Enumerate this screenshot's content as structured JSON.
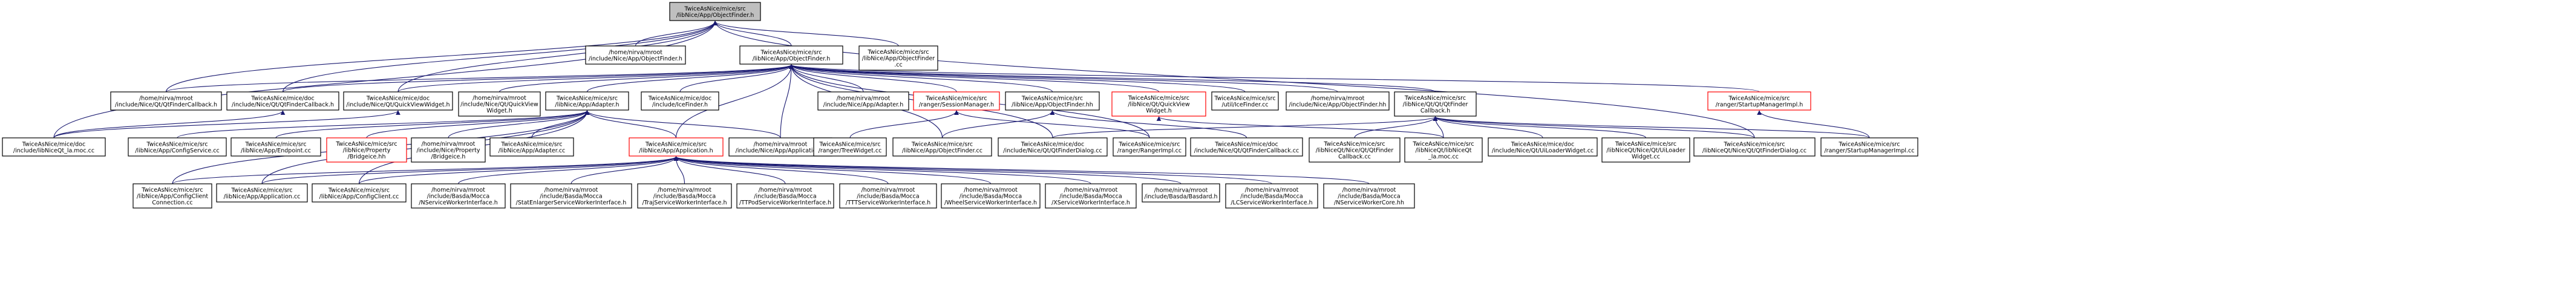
{
  "colors": {
    "root_fill": "#bfbfbf",
    "node_fill": "#ffffff",
    "node_border": "#000000",
    "missing_border": "#ff0000",
    "edge": "#191970",
    "text": "#000000"
  },
  "nodes": {
    "root": [
      "TwiceAsNice/mice/src",
      "/libNice/App/ObjectFinder.h"
    ],
    "objfinder_h": [
      "/home/nirva/mroot",
      "/include/Nice/App/ObjectFinder.h"
    ],
    "objfinder_cc": [
      "TwiceAsNice/mice/src",
      "/libNice/App/ObjectFinder",
      ".cc"
    ],
    "hub": [
      "TwiceAsNice/mice/src",
      "/libNice/App/ObjectFinder.h"
    ],
    "qtfc_cb_home": [
      "/home/nirva/mroot",
      "/include/Nice/Qt/QtFinderCallback.h"
    ],
    "qtfc_cb_doc": [
      "TwiceAsNice/mice/doc",
      "/include/Nice/Qt/QtFinderCallback.h"
    ],
    "qtqv_widget_doc": [
      "TwiceAsNice/mice/doc",
      "/include/Nice/Qt/QuickViewWidget.h"
    ],
    "qtqv_widget_home": [
      "/home/nirva/mroot",
      "/include/Nice/Qt/QuickView",
      "Widget.h"
    ],
    "app_adapter": [
      "TwiceAsNice/mice/src",
      "/libNice/App/Adapter.h"
    ],
    "icefinder_h": [
      "TwiceAsNice/mice/doc",
      "/include/IceFinder.h"
    ],
    "app_adapter_home": [
      "/home/nirva/mroot",
      "/include/Nice/App/Adapter.h"
    ],
    "session_mgr": [
      "TwiceAsNice/mice/src",
      "/ranger/SessionManager.h"
    ],
    "objfinder_hh": [
      "TwiceAsNice/mice/src",
      "/libNice/App/ObjectFinder.hh"
    ],
    "qtqv_widget_src": [
      "TwiceAsNice/mice/src",
      "/libNice/Qt/QuickView",
      "Widget.h"
    ],
    "icefinder_cc": [
      "TwiceAsNice/mice/src",
      "/util/IceFinder.cc"
    ],
    "objfinder_hh_home": [
      "/home/nirva/mroot",
      "/include/Nice/App/ObjectFinder.hh"
    ],
    "qtfc_cb_src": [
      "TwiceAsNice/mice/src",
      "/libNice/Qt/Qt/QtFinder",
      "Callback.h"
    ],
    "startup_impl_h": [
      "TwiceAsNice/mice/src",
      "/ranger/StartupManagerImpl.h"
    ],
    "ib_moc_left": [
      "TwiceAsNice/mice/doc",
      "/include/libNiceQt_la.moc.cc"
    ],
    "app_configsvc": [
      "TwiceAsNice/mice/src",
      "/libNice/App/ConfigService.cc"
    ],
    "app_endpoint": [
      "TwiceAsNice/mice/src",
      "/libNice/App/Endpoint.cc"
    ],
    "property_bridge_hh": [
      "TwiceAsNice/mice/src",
      "/libNice/Property",
      "/Bridgeice.hh"
    ],
    "property_bridge_h": [
      "/home/nirva/mroot",
      "/include/Nice/Property",
      "/Bridgeice.h"
    ],
    "app_adapter_cc": [
      "TwiceAsNice/mice/src",
      "/libNice/App/Adapter.cc"
    ],
    "app_application_home": [
      "/home/nirva/mroot",
      "/include/Nice/App/Application.h"
    ],
    "app_application": [
      "TwiceAsNice/mice/src",
      "/libNice/App/Application.h"
    ],
    "ranger_tree": [
      "TwiceAsNice/mice/src",
      "/ranger/TreeWidget.cc"
    ],
    "app_objfinder_cc2": [
      "TwiceAsNice/mice/src",
      "/libNice/App/ObjectFinder.cc"
    ],
    "qtfinderdialog_doc": [
      "TwiceAsNice/mice/doc",
      "/include/Nice/Qt/QtFinderDialog.cc"
    ],
    "ranger_impl": [
      "TwiceAsNice/mice/src",
      "/ranger/RangerImpl.cc"
    ],
    "qtfc_cb_doc_cc": [
      "TwiceAsNice/mice/doc",
      "/include/Nice/Qt/QtFinderCallback.cc"
    ],
    "qtfc_cb_src_cc": [
      "TwiceAsNice/mice/src",
      "/libNiceQt/Nice/Qt/QtFinder",
      "Callback.cc"
    ],
    "ib_moc_right": [
      "TwiceAsNice/mice/src",
      "/libNiceQt/libNiceQt",
      "_la.moc.cc"
    ],
    "ui_loader_doc": [
      "TwiceAsNice/mice/doc",
      "/include/Nice/Qt/UiLoaderWidget.cc"
    ],
    "ui_loader_src": [
      "TwiceAsNice/mice/src",
      "/libNiceQt/Nice/Qt/UiLoader",
      "Widget.cc"
    ],
    "qtfinderdialog_src": [
      "TwiceAsNice/mice/src",
      "/libNiceQt/Nice/Qt/QtFinderDialog.cc"
    ],
    "startup_impl_cc": [
      "TwiceAsNice/mice/src",
      "/ranger/StartupManagerImpl.cc"
    ],
    "config_client_conn": [
      "TwiceAsNice/mice/src",
      "/libNice/App/ConfigClient",
      "Connection.cc"
    ],
    "app_application_cc": [
      "TwiceAsNice/mice/src",
      "/libNice/App/Application.cc"
    ],
    "app_configclient_cc": [
      "TwiceAsNice/mice/src",
      "/libNice/App/ConfigClient.cc"
    ],
    "nservice_worker": [
      "/home/nirva/mroot",
      "/include/Basda/Mocca",
      "/NServiceWorkerInterface.h"
    ],
    "stat_enlarger": [
      "/home/nirva/mroot",
      "/include/Basda/Mocca",
      "/StatEnlargerServiceWorkerInterface.h"
    ],
    "traj_service": [
      "/home/nirva/mroot",
      "/include/Basda/Mocca",
      "/TrajServiceWorkerInterface.h"
    ],
    "tt_pod": [
      "/home/nirva/mroot",
      "/include/Basda/Mocca",
      "/TTPodServiceWorkerInterface.h"
    ],
    "ttt_service": [
      "/home/nirva/mroot",
      "/include/Basda/Mocca",
      "/TTTServiceWorkerInterface.h"
    ],
    "wheel_service": [
      "/home/nirva/mroot",
      "/include/Basda/Mocca",
      "/WheelServiceWorkerInterface.h"
    ],
    "x_service": [
      "/home/nirva/mroot",
      "/include/Basda/Mocca",
      "/XServiceWorkerInterface.h"
    ],
    "basda_h": [
      "/home/nirva/mroot",
      "/include/Basda/Basdard.h"
    ],
    "lc_service": [
      "/home/nirva/mroot",
      "/include/Basda/Mocca",
      "/LCServiceWorkerInterface.h"
    ],
    "nservice_core": [
      "/home/nirva/mroot",
      "/include/Basda/Mocca",
      "/NServiceWorkerCore.hh"
    ]
  }
}
